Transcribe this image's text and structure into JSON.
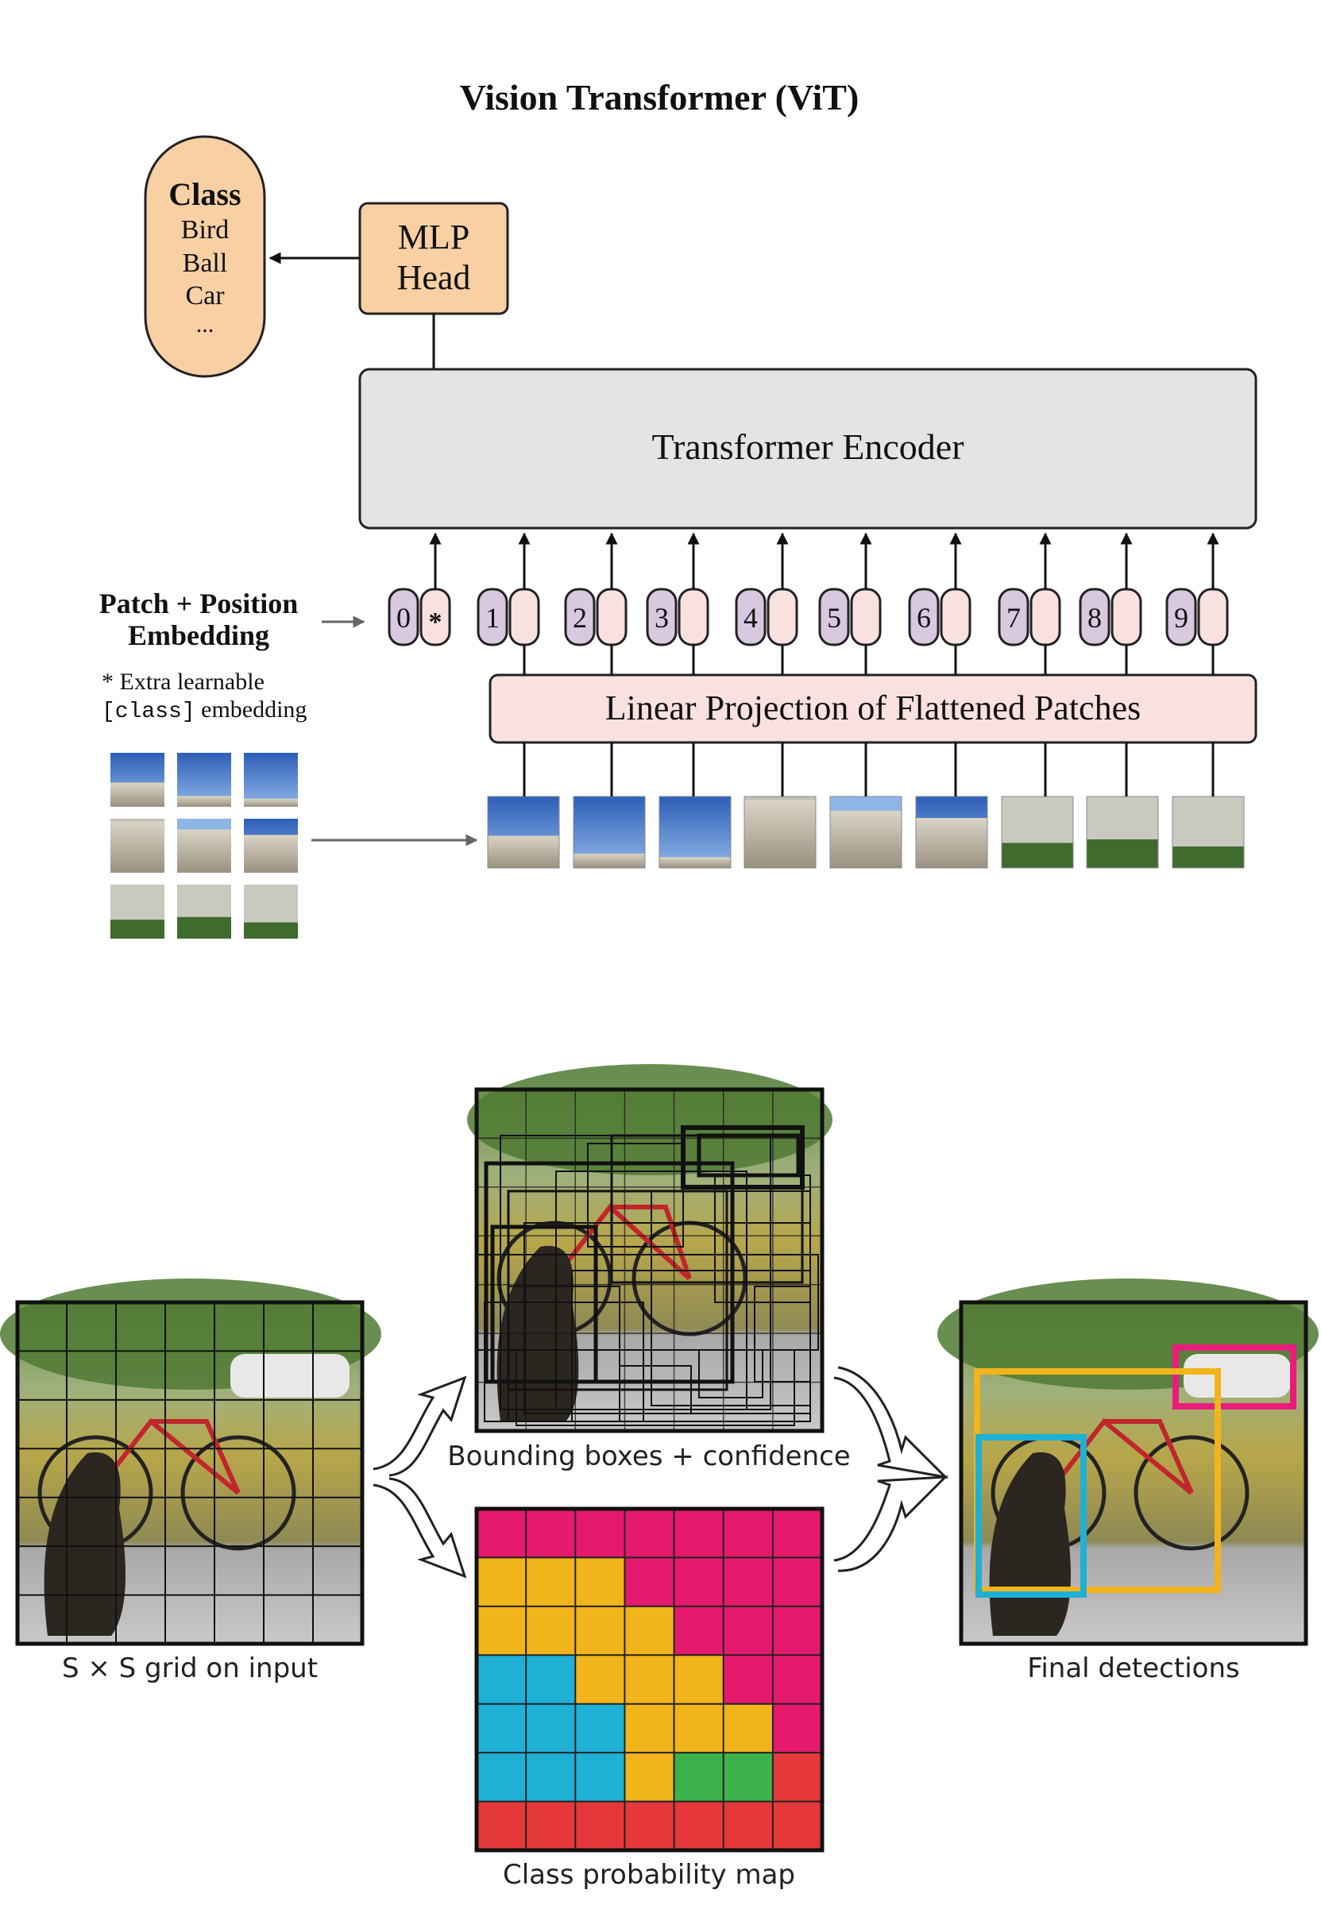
{
  "vit": {
    "title": "Vision Transformer (ViT)",
    "class_box": {
      "heading": "Class",
      "items": [
        "Bird",
        "Ball",
        "Car",
        "..."
      ]
    },
    "mlp_head": {
      "line1": "MLP",
      "line2": "Head"
    },
    "encoder": "Transformer Encoder",
    "embedding_label": {
      "line1": "Patch + Position",
      "line2": "Embedding"
    },
    "extra_note": {
      "line1": "* Extra learnable",
      "code": "[class]",
      "rest": " embedding"
    },
    "projection": "Linear Projection of Flattened Patches",
    "tokens": [
      "0",
      "1",
      "2",
      "3",
      "4",
      "5",
      "6",
      "7",
      "8",
      "9"
    ],
    "class_token_symbol": "*"
  },
  "yolo": {
    "captions": {
      "grid": "S × S grid on input",
      "boxes": "Bounding boxes + confidence",
      "class_map": "Class probability map",
      "final": "Final detections"
    },
    "class_map_rows": [
      [
        "m",
        "m",
        "m",
        "m",
        "m",
        "m",
        "m"
      ],
      [
        "y",
        "y",
        "y",
        "m",
        "m",
        "m",
        "m"
      ],
      [
        "y",
        "y",
        "y",
        "y",
        "m",
        "m",
        "m"
      ],
      [
        "b",
        "b",
        "y",
        "y",
        "y",
        "m",
        "m"
      ],
      [
        "b",
        "b",
        "b",
        "y",
        "y",
        "y",
        "m"
      ],
      [
        "b",
        "b",
        "b",
        "y",
        "g",
        "g",
        "r"
      ],
      [
        "r",
        "r",
        "r",
        "r",
        "r",
        "r",
        "r"
      ]
    ],
    "colors": {
      "m": "#e5196e",
      "y": "#f2b41b",
      "b": "#1fb0d5",
      "g": "#3cb34a",
      "r": "#e5383b",
      "pink_box": "#e81d7a",
      "yellow_box": "#f2b41b",
      "cyan_box": "#1fb0d5"
    }
  }
}
